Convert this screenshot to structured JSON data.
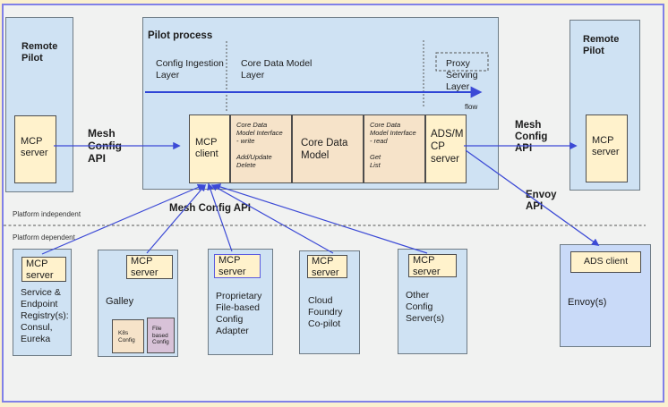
{
  "remote_pilot_left": {
    "title": "Remote\nPilot",
    "server_label": "MCP\nserver"
  },
  "remote_pilot_right": {
    "title": "Remote\nPilot",
    "server_label": "MCP\nserver"
  },
  "pilot": {
    "title": "Pilot process",
    "config_ingestion_layer": "Config Ingestion\nLayer",
    "core_data_model_layer": "Core Data Model\nLayer",
    "proxy_serving_layer": "Proxy\nServing\nLayer",
    "flow_label": "flow",
    "mcp_client": "MCP\nclient",
    "interface_write": "Core Data\nModel Interface\n- write\n\nAdd/Update\nDelete",
    "core_data_model": "Core Data\nModel",
    "interface_read": "Core Data\nModel Interface\n- read\n\nGet\nList",
    "ads_mcp_server": "ADS/M\nCP\nserver"
  },
  "labels": {
    "mesh_config_api_left": "Mesh\nConfig\nAPI",
    "mesh_config_api_right": "Mesh\nConfig\nAPI",
    "mesh_config_api_center": "Mesh Config API",
    "envoy_api": "Envoy\nAPI",
    "platform_independent": "Platform independent",
    "platform_dependent": "Platform dependent"
  },
  "bottom_boxes": [
    {
      "server_label": "MCP\nserver",
      "body": "Service &\nEndpoint\nRegistry(s):\nConsul,\nEureka"
    },
    {
      "server_label": "MCP\nserver",
      "title": "Galley",
      "sub1": "K8s\nConfig",
      "sub2": "File\nbased\nConfig"
    },
    {
      "server_label": "MCP\nserver",
      "body": "Proprietary\nFile-based\nConfig\nAdapter"
    },
    {
      "server_label": "MCP\nserver",
      "body": "Cloud\nFoundry\nCo-pilot"
    },
    {
      "server_label": "MCP\nserver",
      "body": "Other\nConfig\nServer(s)"
    },
    {
      "server_label": "ADS client",
      "body": "Envoy(s)"
    }
  ],
  "colors": {
    "connector_blue": "#3c4ad6",
    "light_blue_box": "#cfe2f3",
    "periwinkle_box": "#c9daf8",
    "cream_box": "#fff2cc",
    "tan_box": "#f6e3c9",
    "pink_box": "#d8c2d8",
    "canvas_bg": "#f1f2f1",
    "frame_border": "#8080e8"
  }
}
